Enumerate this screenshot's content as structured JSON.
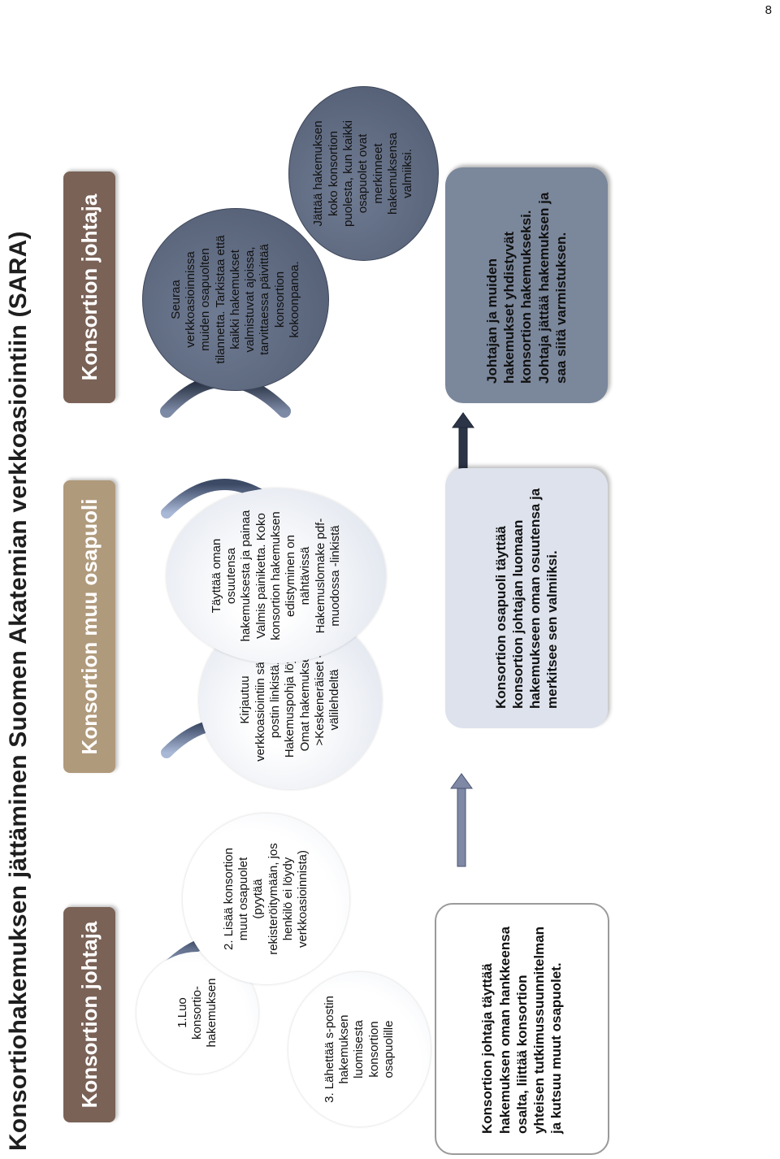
{
  "page_number": "8",
  "title": "Konsortiohakemuksen jättäminen Suomen Akatemian verkkoasiointiin (SARA)",
  "roles": {
    "leader_left": "Konsortion johtaja",
    "member": "Konsortion muu osapuoli",
    "leader_right": "Konsortion johtaja"
  },
  "steps": {
    "step1": "1.Luo konsortio-hakemuksen",
    "step2": "2. Lisää konsortion muut osapuolet (pyytää rekisteröitymään, jos henkilö ei löydy verkkoasioinnista)",
    "step3": "3. Lähettää s-postin hakemuksen luomisesta konsortion osapuolille",
    "member_login": "Kirjautuu verkkoasiointiin sähkö-postin linkistä. Hakemuspohja löytyy Omat hakemukset->Keskeneräiset -välilehdeltä",
    "member_fill": "Täyttää oman osuutensa hakemuksesta ja painaa Valmis painiketta. Koko konsortion hakemuksen edistyminen on nähtävissä Hakemuslomake pdf-muodossa -linkistä",
    "leader_follow": "Seuraa verkkoasioinnissa muiden osapuolten tilannetta. Tarkistaa että kaikki hakemukset valmistuvat ajoissa, tarvittaessa päivittää konsortion kokoonpanoa.",
    "leader_submit": "Jättää hakemuksen koko konsortion puolesta, kun kaikki osapuolet ovat merkinneet hakemuksensa valmiiksi."
  },
  "boxes": {
    "leader_summary": "Konsortion johtaja täyttää hakemuksen oman hankkeensa osalta, liittää konsortion yhteisen tutkimussuunnitelman ja kutsuu muut osapuolet.",
    "member_summary": "Konsortion osapuoli täyttää konsortion johtajan luomaan hakemukseen oman osuutensa ja merkitsee sen valmiiksi.",
    "final_summary": "Johtajan ja muiden hakemukset yhdistyvät konsortion hakemukseksi. Johtaja jättää hakemuksen ja saa siitä varmistuksen."
  },
  "colors": {
    "leader_header": "#7a6257",
    "member_header": "#b09a7c",
    "arc_gradient_start": "#9fb0d0",
    "arc_gradient_end": "#3c4a66",
    "arrow_light": "#7f89a6",
    "arrow_dark": "#2c3547"
  }
}
